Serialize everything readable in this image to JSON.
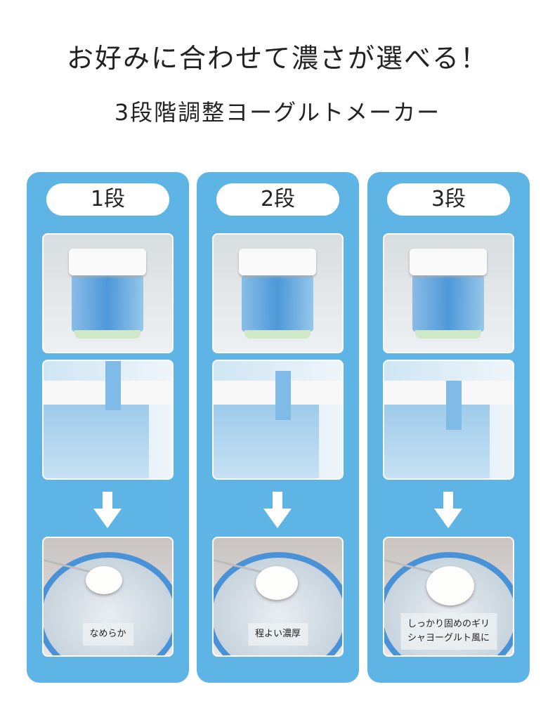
{
  "header": {
    "title": "お好みに合わせて濃さが選べる！",
    "subtitle": "3段階調整ヨーグルトメーカー"
  },
  "panels": [
    {
      "label": "1段",
      "caption": [
        "なめらか"
      ]
    },
    {
      "label": "2段",
      "caption": [
        "程よい濃厚"
      ]
    },
    {
      "label": "3段",
      "caption": [
        "しっかり固めのギリ",
        "シャヨーグルト風に"
      ]
    }
  ],
  "colors": {
    "panel": "#5fb4e6",
    "arrow": "#ffffff"
  }
}
